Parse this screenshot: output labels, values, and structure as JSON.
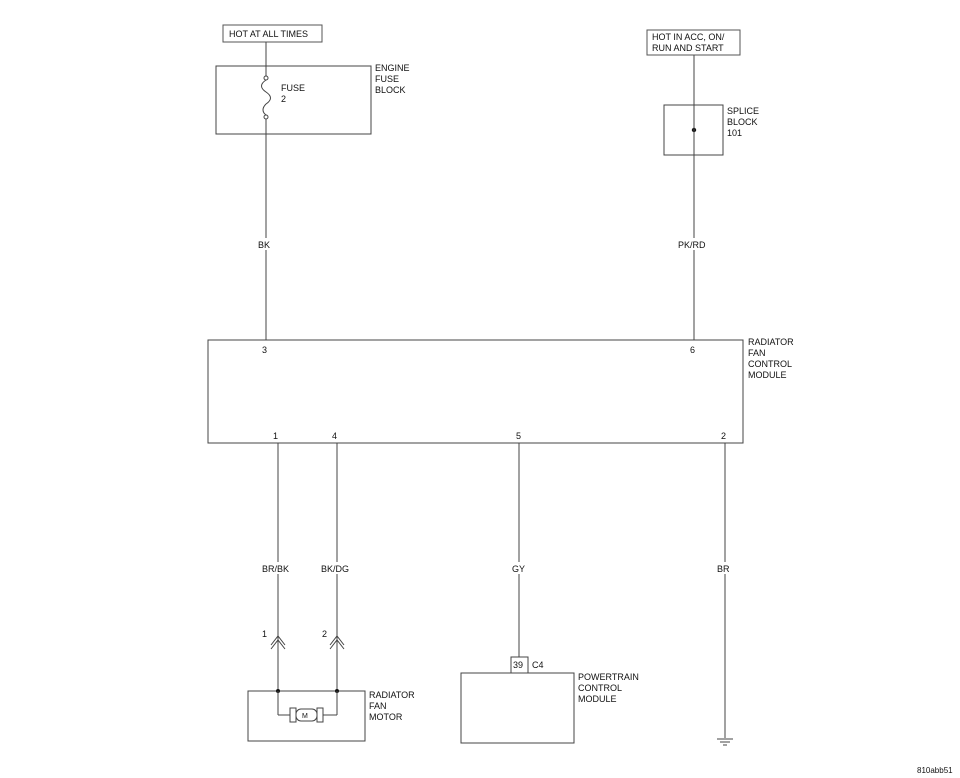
{
  "diagram": {
    "sources": {
      "left": "HOT AT ALL TIMES",
      "right_line1": "HOT IN ACC, ON/",
      "right_line2": "RUN AND START"
    },
    "engine_fuse_block": {
      "label_lines": [
        "ENGINE",
        "FUSE",
        "BLOCK"
      ],
      "fuse_label": "FUSE",
      "fuse_number": "2"
    },
    "splice_block": {
      "label_lines": [
        "SPLICE",
        "BLOCK",
        "101"
      ]
    },
    "radiator_fan_control_module": {
      "label_lines": [
        "RADIATOR",
        "FAN",
        "CONTROL",
        "MODULE"
      ],
      "pins": {
        "top_left": "3",
        "top_right": "6",
        "bottom_1": "1",
        "bottom_2": "4",
        "bottom_3": "5",
        "bottom_4": "2"
      }
    },
    "wires": {
      "w1": "BK",
      "w2": "PK/RD",
      "w3": "BR/BK",
      "w4": "BK/DG",
      "w5": "GY",
      "w6": "BR"
    },
    "radiator_fan_motor": {
      "label_lines": [
        "RADIATOR",
        "FAN",
        "MOTOR"
      ],
      "connector_pin_1": "1",
      "connector_pin_2": "2",
      "motor_symbol": "M"
    },
    "powertrain_control_module": {
      "label_lines": [
        "POWERTRAIN",
        "CONTROL",
        "MODULE"
      ],
      "pin": "39",
      "connector": "C4"
    },
    "figure_id": "810abb51",
    "icons": {
      "fuse": "fuse-icon",
      "motor": "motor-icon",
      "ground": "ground-icon",
      "connector": "connector-icon",
      "splice": "splice-dot-icon"
    }
  }
}
